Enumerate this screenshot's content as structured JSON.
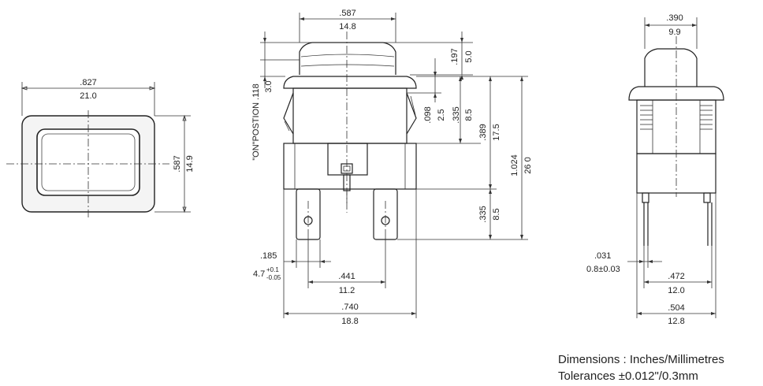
{
  "front_view": {
    "width_in": ".827",
    "width_mm": "21.0",
    "height_in": ".587",
    "height_mm": "14.9"
  },
  "side_view": {
    "top_in": ".587",
    "top_mm": "14.8",
    "cap_in": ".197",
    "cap_mm": "5.0",
    "on_position_label": "\"ON\"POSTION .118",
    "on_position_mm": "3.0",
    "d1_in": ".098",
    "d1_mm": "2.5",
    "d2_in": ".335",
    "d2_mm": "8.5",
    "d3_in": ".389",
    "d3_mm": "17.5",
    "total_in": "1.024",
    "total_mm": "26 0",
    "term_in": ".335",
    "term_mm": "8.5",
    "tab_in": ".185",
    "tab_mm": "4.7",
    "tab_tol_plus": "+0.1",
    "tab_tol_minus": "-0.05",
    "pitch_in": ".441",
    "pitch_mm": "11.2",
    "width_in": ".740",
    "width_mm": "18.8"
  },
  "end_view": {
    "top_in": ".390",
    "top_mm": "9.9",
    "pin_in": ".031",
    "pin_mm": "0.8±0.03",
    "span_in": ".472",
    "span_mm": "12.0",
    "outer_in": ".504",
    "outer_mm": "12.8"
  },
  "notes": {
    "units": "Dimensions : Inches/Millimetres",
    "tolerance": "Tolerances ±0.012\"/0.3mm"
  }
}
